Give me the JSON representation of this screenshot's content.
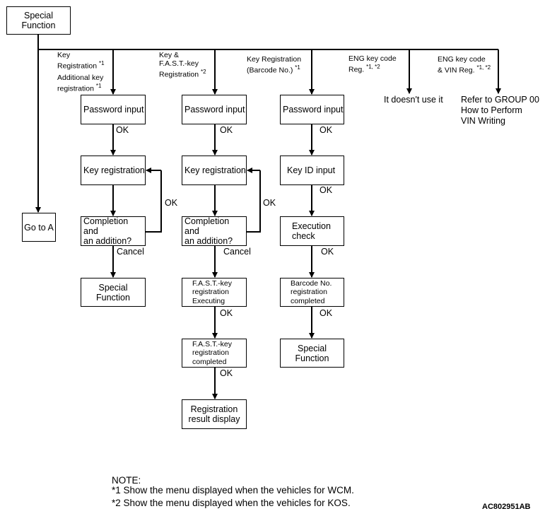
{
  "boxes": {
    "root": "Special\nFunction",
    "goto_a": "Go to A",
    "c1_password": "Password input",
    "c1_keyreg": "Key registration",
    "c1_completion": "Completion and\nan addition?",
    "c1_special": "Special\nFunction",
    "c2_password": "Password input",
    "c2_keyreg": "Key registration",
    "c2_completion": "Completion and\nan addition?",
    "c2_fast_exec": "F.A.S.T.-key\nregistration\nExecuting",
    "c2_fast_done": "F.A.S.T.-key\nregistration\ncompleted",
    "c2_result": "Registration\nresult display",
    "c3_password": "Password input",
    "c3_keyid": "Key ID input",
    "c3_exec": "Execution\ncheck",
    "c3_barcode": "Barcode No.\nregistration\ncompleted",
    "c3_special": "Special\nFunction"
  },
  "branch_labels": {
    "b1_line1": "Key",
    "b1_line2": "Registration",
    "b1_line3": "Additional key",
    "b1_line4": "registration",
    "b2_line1": "Key &",
    "b2_line2": "F.A.S.T.-key",
    "b2_line3": "Registration",
    "b3_line1": "Key Registration",
    "b3_line2": "(Barcode No.)",
    "b4_line1": "ENG key code",
    "b4_line2": "Reg.",
    "b5_line1": "ENG key code",
    "b5_line2": "& VIN Reg.",
    "mark1": "*1",
    "mark2": "*2",
    "mark12": "*1, *2"
  },
  "edge_labels": {
    "ok": "OK",
    "cancel": "Cancel"
  },
  "texts": {
    "no_use": "It doesn't use it",
    "refer": "Refer to GROUP 00\nHow to Perform\nVIN Writing"
  },
  "notes": {
    "heading": "NOTE:",
    "note1": "*1 Show the menu displayed when the vehicles for WCM.",
    "note2": "*2 Show the menu displayed when the vehicles for KOS."
  },
  "figure_code": "AC802951AB"
}
